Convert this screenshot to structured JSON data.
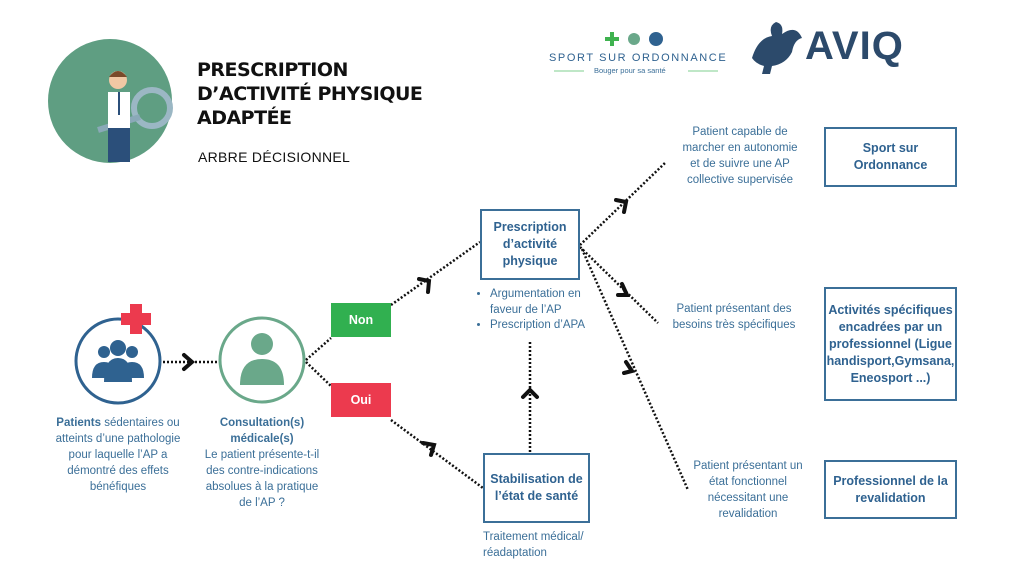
{
  "header": {
    "title_lines": [
      "PRESCRIPTION",
      "D’ACTIVITÉ PHYSIQUE",
      "ADAPTÉE"
    ],
    "subtitle": "ARBRE DÉCISIONNEL"
  },
  "logos": {
    "sport_sur_ordonnance": {
      "name": "SPORT SUR ORDONNANCE",
      "tagline": "Bouger pour sa santé"
    },
    "aviq": {
      "name": "AVIQ"
    }
  },
  "nodes": {
    "patients": {
      "bold": "Patients",
      "text": " sédentaires ou atteints d’une pathologie pour laquelle l’AP a démontré des effets bénéfiques"
    },
    "consultation": {
      "title": "Consultation(s) médicale(s)",
      "question": "Le patient présente-t-il des contre-indications absolues à la pratique de l’AP ?"
    },
    "non": "Non",
    "oui": "Oui",
    "prescription": {
      "title": "Prescription d’activité physique",
      "bullets": [
        "Argumentation en faveur de l’AP",
        "Prescription d’APA"
      ]
    },
    "stabilisation": {
      "title": "Stabilisation de l’état de santé",
      "note": "Traitement médical/ réadaptation"
    },
    "conditions": [
      "Patient capable de marcher en autonomie et de suivre une AP collective supervisée",
      "Patient présentant des besoins très spécifiques",
      "Patient présentant un état fonctionnel nécessitant une revalidation"
    ],
    "outcomes": [
      "Sport sur Ordonnance",
      "Activités spécifiques encadrées par un professionnel  (Ligue handisport,Gymsana, Eneosport ...)",
      "Professionnel de la revalidation"
    ]
  },
  "colors": {
    "blue": "#3b6f98",
    "green": "#31b050",
    "red": "#ec3a4e",
    "teal": "#6aa88a",
    "navy": "#2c4a6b"
  }
}
